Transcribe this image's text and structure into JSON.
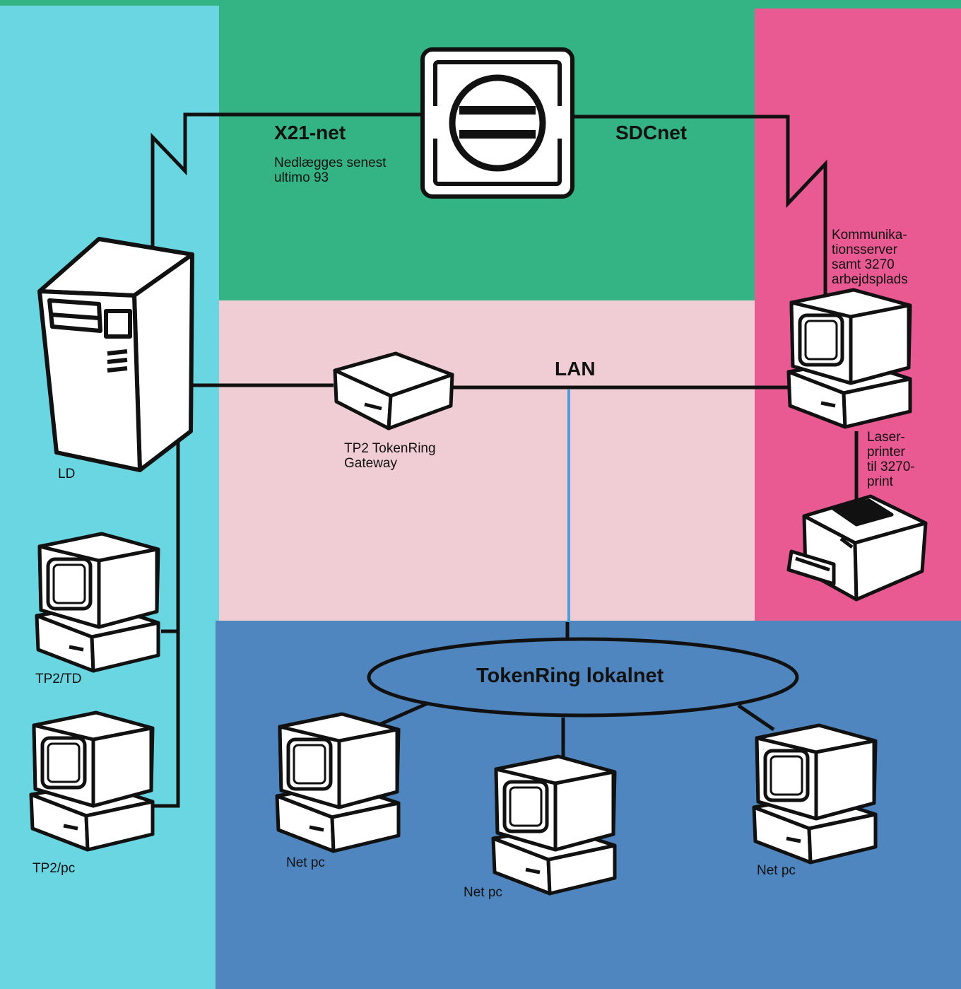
{
  "colors": {
    "left_panel": "#6ad6e2",
    "top_panel": "#34b384",
    "middle_panel": "#f0ccd4",
    "right_panel": "#ea5a92",
    "bottom_panel": "#4f86bf",
    "line": "#111111",
    "lan_drop": "#4aa0d6"
  },
  "labels": {
    "x21_title": "X21-net",
    "x21_note": "Nedlægges senest\nultimo 93",
    "sdcnet": "SDCnet",
    "lan": "LAN",
    "tokenring": "TokenRing lokalnet",
    "gateway": "TP2 TokenRing\nGateway",
    "ld": "LD",
    "tp2_td": "TP2/TD",
    "tp2_pc": "TP2/pc",
    "kommunikation": "Kommunika-\ntionsserver\nsamt 3270\narbejdsplads",
    "laserprinter": "Laser-\nprinter\ntil 3270-\nprint",
    "net_pc_1": "Net pc",
    "net_pc_2": "Net pc",
    "net_pc_3": "Net pc"
  },
  "icons": [
    "sdc-logo-icon",
    "server-tower-icon",
    "gateway-box-icon",
    "computer-icon",
    "laser-printer-icon"
  ]
}
